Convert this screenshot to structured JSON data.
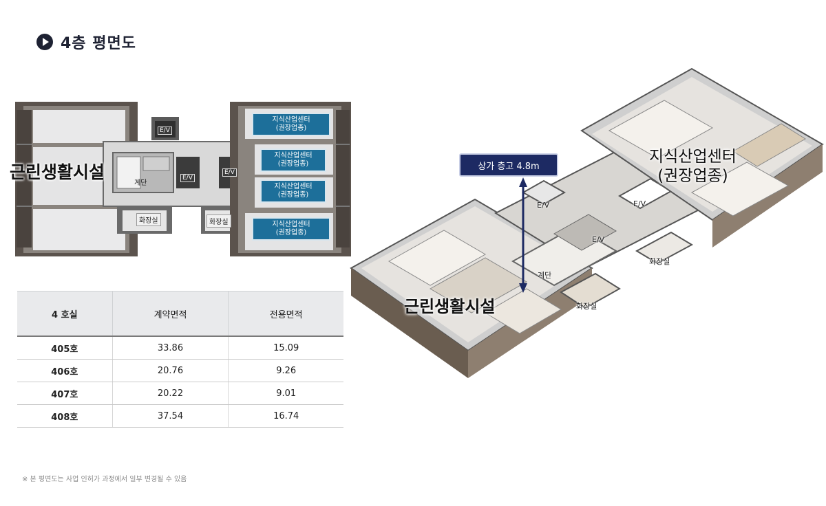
{
  "header": {
    "title": "4층  평면도",
    "icon": "play-circle-icon"
  },
  "plan": {
    "facility_label": "근린생활시설",
    "knowledge_center_line1": "지식산업센터",
    "knowledge_center_line2": "(권장업종)",
    "ev": "E/V",
    "stairs": "계단",
    "restroom": "화장실"
  },
  "table": {
    "headers": [
      "4 호실",
      "계약면적",
      "전용면적"
    ],
    "rows": [
      [
        "405호",
        "33.86",
        "15.09"
      ],
      [
        "406호",
        "20.76",
        "9.26"
      ],
      [
        "407호",
        "20.22",
        "9.01"
      ],
      [
        "408호",
        "37.54",
        "16.74"
      ]
    ]
  },
  "note": "※ 본 평면도는 사업 인허가 과정에서 일부 변경될 수 있음",
  "iso": {
    "height_badge": "상가 층고 4.8m",
    "facility_label": "근린생활시설",
    "knowledge_center_line1": "지식산업센터",
    "knowledge_center_line2": "(권장업종)",
    "ev": "E/V",
    "stairs": "계단",
    "restroom": "화장실"
  },
  "colors": {
    "navy": "#1d2a63",
    "knc_blue": "#1d6f9a",
    "table_header": "#e9eaec"
  }
}
